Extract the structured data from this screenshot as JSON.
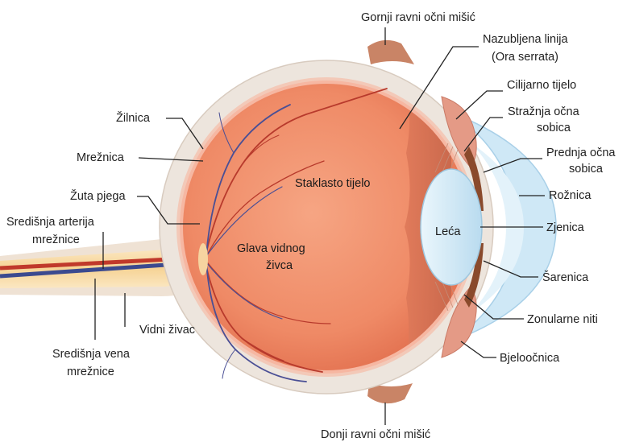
{
  "diagram": {
    "labels": {
      "superior_rectus": "Gornji ravni očni mišić",
      "ora_serrata_1": "Nazubljena linija",
      "ora_serrata_2": "(Ora serrata)",
      "ciliary_body": "Cilijarno tijelo",
      "posterior_chamber_1": "Stražnja očna",
      "posterior_chamber_2": "sobica",
      "anterior_chamber_1": "Prednja očna",
      "anterior_chamber_2": "sobica",
      "cornea": "Rožnica",
      "pupil": "Zjenica",
      "iris": "Šarenica",
      "zonular_fibers": "Zonularne niti",
      "sclera": "Bjeloočnica",
      "inferior_rectus": "Donji ravni očni mišić",
      "choroid": "Žilnica",
      "retina": "Mrežnica",
      "macula": "Žuta pjega",
      "central_artery_1": "Središnja arterija",
      "central_artery_2": "mrežnice",
      "optic_nerve": "Vidni živac",
      "central_vein_1": "Središnja vena",
      "central_vein_2": "mrežnice",
      "vitreous_body": "Staklasto tijelo",
      "optic_disc_1": "Glava vidnog",
      "optic_disc_2": "živca",
      "lens": "Leća"
    },
    "colors": {
      "vitreous": "#f08a66",
      "sclera": "#ece4dc",
      "retina": "#f7b9a6",
      "cornea": "#cfe8f6",
      "lens": "#d9eef8",
      "iris": "#8a4a2c",
      "ciliary": "#e49a86",
      "artery": "#c0392b",
      "vein": "#3b4a8f",
      "nerve": "#f4d08e",
      "muscle": "#c98466"
    }
  }
}
